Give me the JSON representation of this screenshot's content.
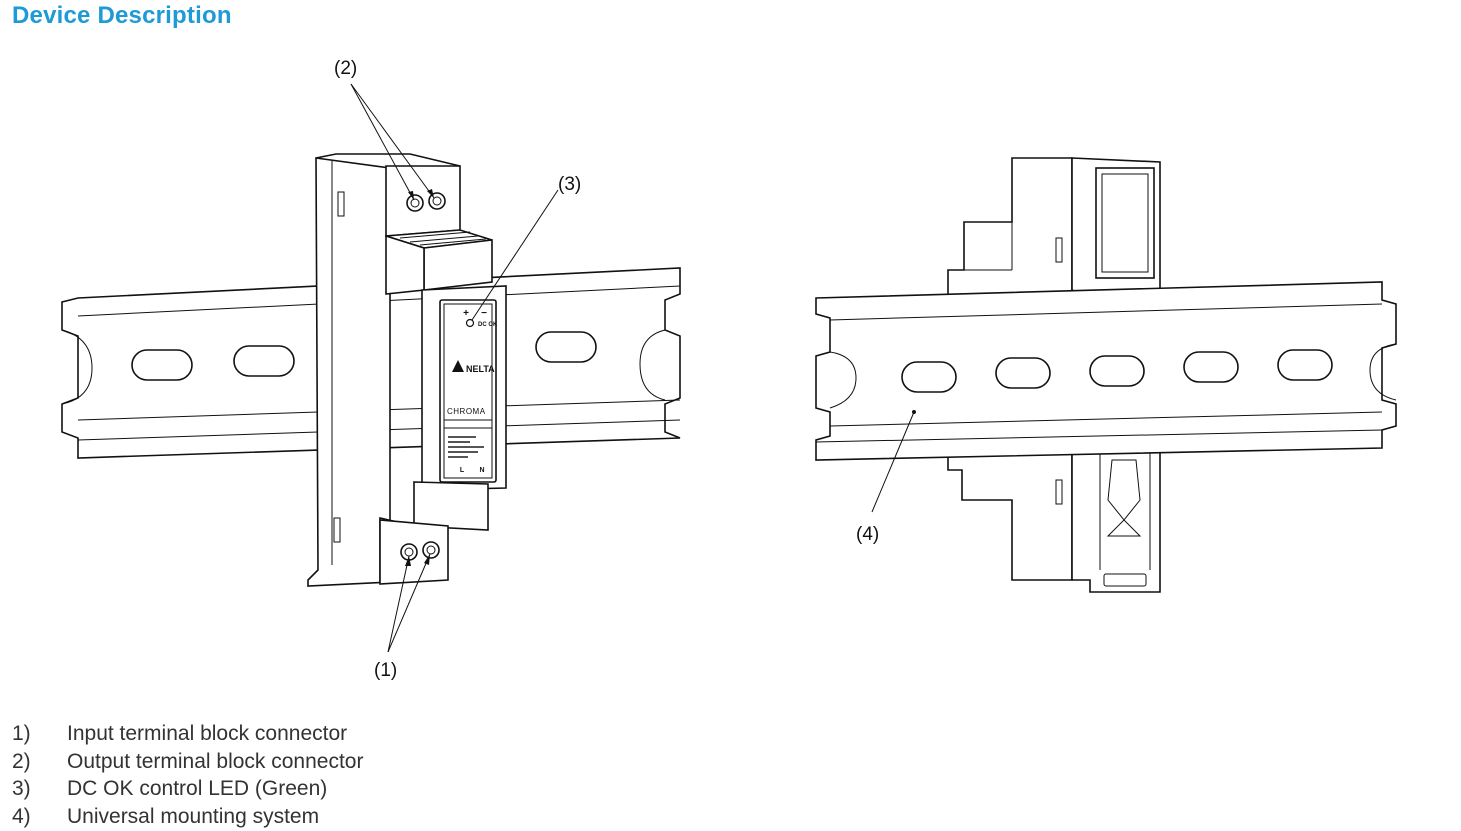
{
  "title": "Device Description",
  "callouts": {
    "c1": "(1)",
    "c2": "(2)",
    "c3": "(3)",
    "c4": "(4)"
  },
  "device_labels": {
    "plus": "+",
    "minus": "−",
    "dc_ok": "DC OK",
    "brand": "NELTA",
    "series": "CHROMA",
    "terminal_l": "L",
    "terminal_n": "N"
  },
  "legend": [
    {
      "num": "1)",
      "text": "Input terminal block connector"
    },
    {
      "num": "2)",
      "text": "Output terminal block connector"
    },
    {
      "num": "3)",
      "text": "DC OK control LED (Green)"
    },
    {
      "num": "4)",
      "text": "Universal mounting system"
    }
  ]
}
